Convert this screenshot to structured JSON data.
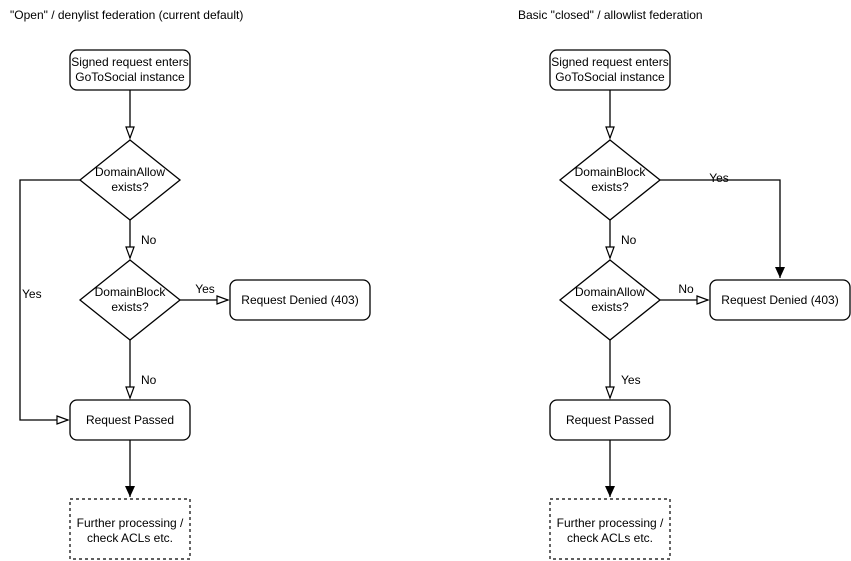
{
  "colors": {
    "stroke": "#000000",
    "background": "#ffffff",
    "text": "#000000"
  },
  "left": {
    "title": "\"Open\" / denylist federation (current default)",
    "nodes": {
      "start": {
        "line1": "Signed request enters",
        "line2": "GoToSocial instance"
      },
      "decision1": {
        "line1": "DomainAllow",
        "line2": "exists?"
      },
      "decision2": {
        "line1": "DomainBlock",
        "line2": "exists?"
      },
      "denied": {
        "label": "Request Denied (403)"
      },
      "passed": {
        "label": "Request Passed"
      },
      "further": {
        "line1": "Further processing /",
        "line2": "check ACLs etc."
      }
    },
    "labels": {
      "decision1_no": "No",
      "decision1_yes": "Yes",
      "decision2_yes": "Yes",
      "decision2_no": "No"
    }
  },
  "right": {
    "title": "Basic \"closed\" / allowlist federation",
    "nodes": {
      "start": {
        "line1": "Signed request enters",
        "line2": "GoToSocial instance"
      },
      "decision1": {
        "line1": "DomainBlock",
        "line2": "exists?"
      },
      "decision2": {
        "line1": "DomainAllow",
        "line2": "exists?"
      },
      "denied": {
        "label": "Request Denied (403)"
      },
      "passed": {
        "label": "Request Passed"
      },
      "further": {
        "line1": "Further processing /",
        "line2": "check ACLs etc."
      }
    },
    "labels": {
      "decision1_yes": "Yes",
      "decision1_no": "No",
      "decision2_no": "No",
      "decision2_yes": "Yes"
    }
  }
}
